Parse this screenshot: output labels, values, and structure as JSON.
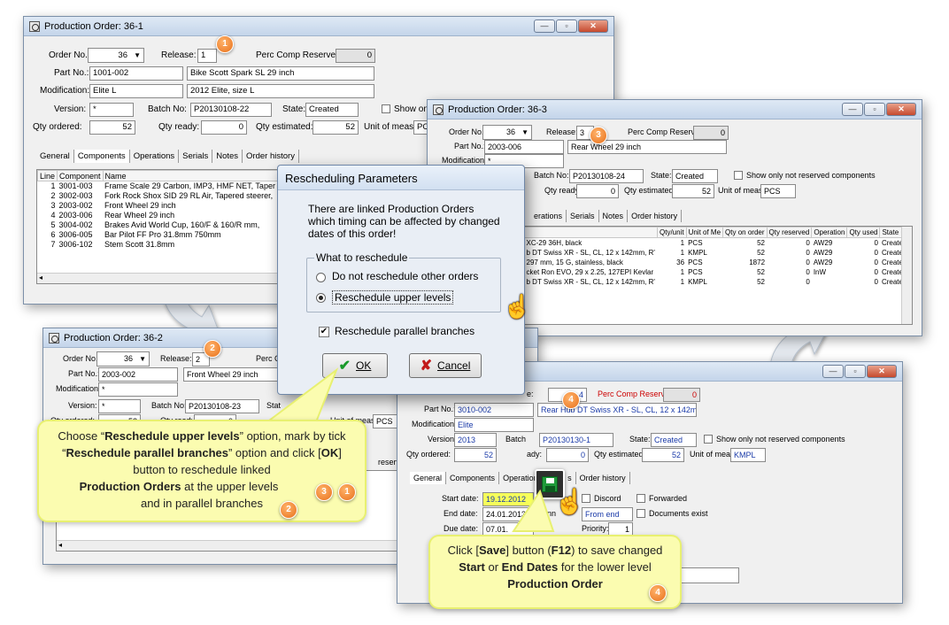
{
  "win1": {
    "title": "Production Order: 36-1",
    "labels": {
      "order_no": "Order No.:",
      "release": "Release:",
      "perc": "Perc Comp Reserved:",
      "part_no": "Part No.:",
      "modification": "Modification:",
      "version": "Version:",
      "batch_no": "Batch No:",
      "state": "State:",
      "show_only": "Show on",
      "qty_ordered": "Qty ordered:",
      "qty_ready": "Qty ready:",
      "qty_estimated": "Qty estimated:",
      "unit": "Unit of meas.:"
    },
    "order_no": "36",
    "release": "1",
    "perc": "0",
    "part_no": "1001-002",
    "part_name": "Bike Scott Spark SL 29 inch",
    "modification": "Elite L",
    "modification_desc": "2012 Elite, size L",
    "version": "*",
    "batch_no": "P20130108-22",
    "state": "Created",
    "qty_ordered": "52",
    "qty_ready": "0",
    "qty_estimated": "52",
    "unit": "PCS",
    "tabs": [
      "General",
      "Components",
      "Operations",
      "Serials",
      "Notes",
      "Order history"
    ],
    "columns": [
      "Line",
      "Component",
      "Name"
    ],
    "rows": [
      [
        "1",
        "3001-003",
        "Frame Scale 29 Carbon, IMP3, HMF NET, Taper"
      ],
      [
        "2",
        "3002-003",
        "Fork Rock Shox SID 29 RL Air, Tapered steerer,"
      ],
      [
        "3",
        "2003-002",
        "Front Wheel 29 inch"
      ],
      [
        "4",
        "2003-006",
        "Rear Wheel 29 inch"
      ],
      [
        "5",
        "3004-002",
        "Brakes Avid World Cup, 160/F & 160/R mm,"
      ],
      [
        "6",
        "3006-005",
        "Bar Pilot FF Pro 31.8mm 750mm"
      ],
      [
        "7",
        "3006-102",
        "Stem Scott 31.8mm"
      ]
    ]
  },
  "win3": {
    "title": "Production Order: 36-3",
    "labels": {
      "order_no": "Order No.:",
      "release": "Release:",
      "perc": "Perc Comp Reserved:",
      "part_no": "Part No.:",
      "modification": "Modification:",
      "batch_no": "Batch No:",
      "state": "State:",
      "show_only": "Show only not reserved components",
      "qty_ready": "Qty ready:",
      "qty_estimated": "Qty estimated:",
      "unit": "Unit of meas.:"
    },
    "order_no": "36",
    "release": "3",
    "perc": "0",
    "part_no": "2003-006",
    "part_name": "Rear Wheel 29 inch",
    "modification": "*",
    "batch_no": "P20130108-24",
    "state": "Created",
    "qty_ready": "0",
    "qty_estimated": "52",
    "unit": "PCS",
    "tabs": [
      "erations",
      "Serials",
      "Notes",
      "Order history"
    ],
    "columns": [
      "",
      "Qty/unit",
      "Unit of Me",
      "Qty on order",
      "Qty reserved",
      "Operation",
      "Qty used",
      "State"
    ],
    "rows": [
      [
        "XC-29 36H, black",
        "1",
        "PCS",
        "52",
        "0",
        "AW29",
        "0",
        "Created"
      ],
      [
        "b DT Swiss XR - SL, CL, 12 x 142mm, R'",
        "1",
        "KMPL",
        "52",
        "0",
        "AW29",
        "0",
        "Created"
      ],
      [
        "297 mm, 15 G, stainless, black",
        "36",
        "PCS",
        "1872",
        "0",
        "AW29",
        "0",
        "Created"
      ],
      [
        "cket Ron EVO, 29 x 2.25, 127EPI Kevlar",
        "1",
        "PCS",
        "52",
        "0",
        "InW",
        "0",
        "Created"
      ],
      [
        "b DT Swiss XR - SL, CL, 12 x 142mm, R'",
        "1",
        "KMPL",
        "52",
        "0",
        "",
        "0",
        "Created"
      ]
    ]
  },
  "win2": {
    "title": "Production Order: 36-2",
    "labels": {
      "order_no": "Order No.:",
      "release": "Release:",
      "perc": "Perc Comp",
      "part_no": "Part No.:",
      "modification": "Modification:",
      "version": "Version:",
      "batch_no": "Batch No:",
      "state": "Stat",
      "qty_ordered": "Qty ordered:",
      "qty_ready": "Qty ready:",
      "unit": "Unit of meas.:",
      "reserve": "reserve"
    },
    "order_no": "36",
    "release": "2",
    "part_no": "2003-002",
    "part_name": "Front Wheel 29 inch",
    "modification": "*",
    "version": "*",
    "batch_no": "P20130108-23",
    "qty_ordered": "52",
    "qty_ready": "0",
    "unit": "PCS"
  },
  "win4": {
    "labels": {
      "release": "e:",
      "perc": "Perc Comp Reserved:",
      "part_no": "Part No.:",
      "modification": "Modification:",
      "version": "Version:",
      "batch_no": "Batch",
      "state": "State:",
      "show_only": "Show only not reserved components",
      "qty_ordered": "Qty ordered:",
      "qty_ready": "ady:",
      "qty_estimated": "Qty estimated:",
      "unit": "Unit of meas.:",
      "start_date": "Start date:",
      "end_date": "End date:",
      "due_date": "Due date:",
      "planning": "Plann",
      "priority": "Priority:",
      "discord": "Discord",
      "forwarded": "Forwarded",
      "docs_exist": "Documents exist"
    },
    "release": "4",
    "perc": "0",
    "part_no": "3010-002",
    "part_name": "Rear Hub DT Swiss XR - SL, CL, 12 x 142mm, RWS",
    "modification": "Elite",
    "version": "2013",
    "batch_no": "P20130130-1",
    "state": "Created",
    "qty_ordered": "52",
    "qty_ready": "0",
    "qty_estimated": "52",
    "unit": "KMPL",
    "tabs": [
      "General",
      "Components",
      "Operations",
      "Se",
      "s",
      "Order history"
    ],
    "start_date": "19.12.2012",
    "end_date": "24.01.2013",
    "due_date": "07.01.",
    "planning": "From end",
    "priority": "1"
  },
  "dialog": {
    "title": "Rescheduling Parameters",
    "message": "There are linked Production Orders which timing can be affected by changed dates of this order!",
    "group_title": "What to reschedule",
    "option1": "Do not reschedule other orders",
    "option2": "Reschedule upper levels",
    "checkbox": "Reschedule parallel branches",
    "ok": "OK",
    "cancel": "Cancel"
  },
  "callout1": {
    "p1": "Choose “",
    "b1": "Reschedule upper levels",
    "p2": "” option, mark by tick “",
    "b2": "Reschedule parallel branches",
    "p3": "” option and click [",
    "b3": "OK",
    "p4": "] button to reschedule linked",
    "b4": "Production Orders",
    "p5": " at the upper levels",
    "p6": "and in parallel branches"
  },
  "callout2": {
    "p1": "Click [",
    "b1": "Save",
    "p2": "] button (",
    "b2": "F12",
    "p3": ") to save changed ",
    "b3": "Start",
    "p4": " or ",
    "b4": "End Dates",
    "p5": " for the lower level ",
    "b5": "Production Order"
  },
  "badges": {
    "b1": "1",
    "b2": "2",
    "b3": "3",
    "b4": "4"
  },
  "colors": {
    "callout_bg": "#fbfcb0",
    "badge": "#e8701a",
    "arrow": "#dde4ec"
  }
}
